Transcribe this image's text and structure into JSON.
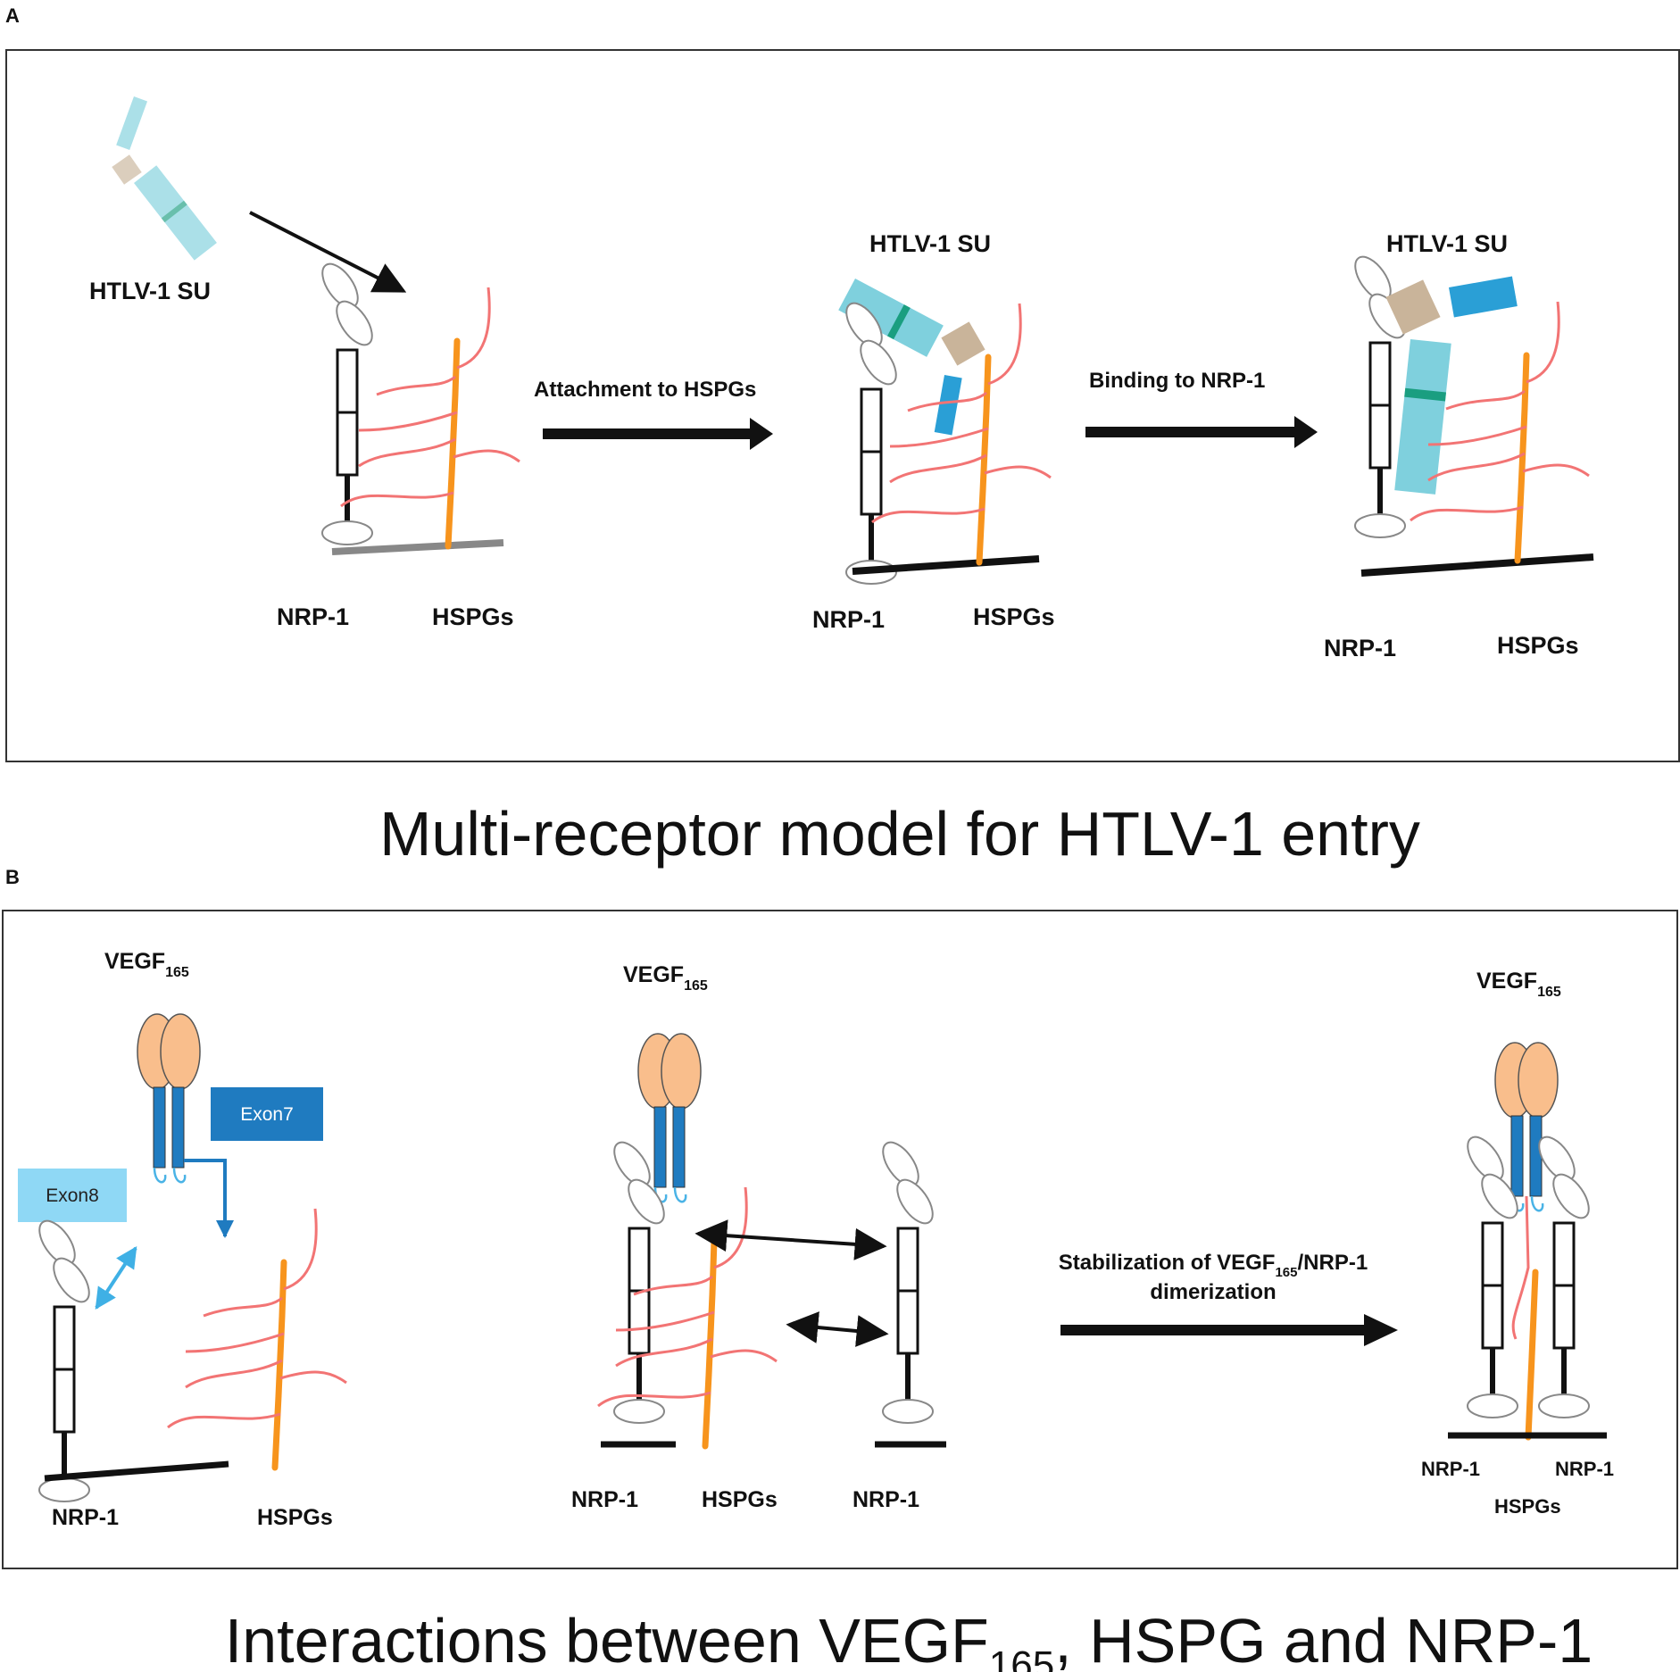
{
  "panel_a": {
    "letter": "A",
    "caption": "Multi-receptor model for HTLV-1 entry",
    "su_label": "HTLV-1 SU",
    "nrp1_label": "NRP-1",
    "hspg_label": "HSPGs",
    "step1_label": "Attachment to HSPGs",
    "step2_label": "Binding to NRP-1"
  },
  "panel_b": {
    "letter": "B",
    "caption_prefix": "Interactions between VEGF",
    "caption_sub": "165",
    "caption_suffix": ", HSPG and NRP-1",
    "vegf_base": "VEGF",
    "vegf_sub": "165",
    "exon7": "Exon7",
    "exon8": "Exon8",
    "nrp1_label": "NRP-1",
    "hspg_label": "HSPGs",
    "stab_line1_a": "Stabilization of VEGF",
    "stab_line1_sub": "165",
    "stab_line1_b": "/NRP-1",
    "stab_line2": "dimerization"
  },
  "colors": {
    "hspg_stem": "#F7941D",
    "heparan_chains": "#F27474",
    "su_light": "#7FD0DD",
    "su_stripe": "#1A9E80",
    "su_blue": "#2A9FD6",
    "su_tan": "#C9B49A",
    "vegf_head": "#F9BE8C",
    "vegf_stalk": "#1F7BC0",
    "exon7_box": "#1F7BC0",
    "exon8_box": "#8FD8F5",
    "exon_hooks": "#4AB3E6",
    "double_arrow_blue": "#3FB0E5"
  }
}
